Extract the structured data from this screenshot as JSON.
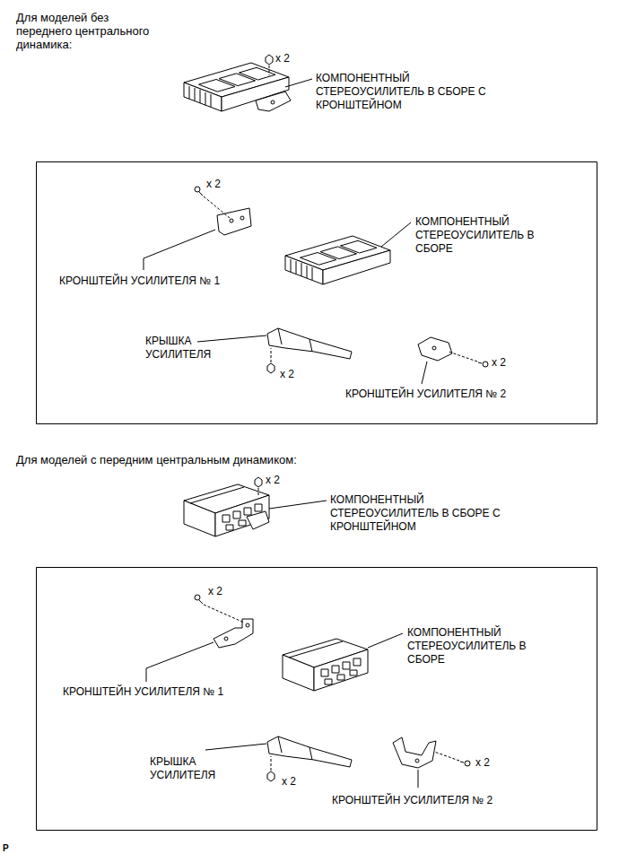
{
  "diagram": {
    "labels": [
      "Для моделей без переднего центрального динамика:",
      "x 2",
      "КОМПОНЕНТНЫЙ СТЕРЕОУСИЛИТЕЛЬ В СБОРЕ С КРОНШТЕЙНОМ",
      "x 2",
      "КОМПОНЕНТНЫЙ СТЕРЕОУСИЛИТЕЛЬ В СБОРЕ",
      "КРОНШТЕЙН УСИЛИТЕЛЯ № 1",
      "КРЫШКА УСИЛИТЕЛЯ",
      "x 2",
      "x 2",
      "КРОНШТЕЙН УСИЛИТЕЛЯ № 2",
      "Для моделей с передним центральным динамиком:",
      "x 2",
      "КОМПОНЕНТНЫЙ СТЕРЕОУСИЛИТЕЛЬ В СБОРЕ С КРОНШТЕЙНОМ",
      "x 2",
      "КОМПОНЕНТНЫЙ СТЕРЕОУСИЛИТЕЛЬ В СБОРЕ",
      "КРОНШТЕЙН УСИЛИТЕЛЯ № 1",
      "КРЫШКА УСИЛИТЕЛЯ",
      "x 2",
      "x 2",
      "КРОНШТЕЙН УСИЛИТЕЛЯ № 2",
      "P"
    ]
  }
}
